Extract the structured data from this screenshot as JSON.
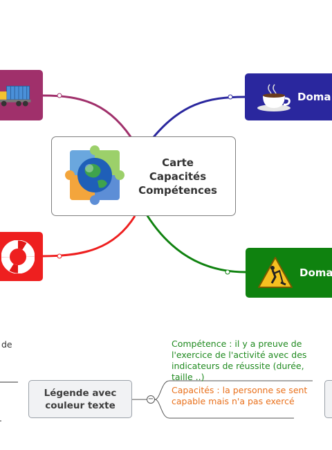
{
  "central_topic": {
    "title_lines": [
      "Carte",
      "Capacités",
      "Compétences"
    ],
    "icon": "puzzle-globe-icon"
  },
  "branches": [
    {
      "id": "top-left",
      "label": "",
      "icon": "truck-icon",
      "color": "#a0306b"
    },
    {
      "id": "top-right",
      "label": "Doma",
      "icon": "coffee-cup-icon",
      "color": "#2a279e"
    },
    {
      "id": "bottom-left",
      "label": "",
      "icon": "lifebuoy-icon",
      "color": "#ee1f1f"
    },
    {
      "id": "bottom-right",
      "label": "Doma",
      "icon": "construction-sign-icon",
      "color": "#0f820f"
    }
  ],
  "left_fragment": "de",
  "legend": {
    "label": "Légende avec couleur texte",
    "notes": [
      {
        "text": "Compétence : il y a preuve de l'exercice de l'activité avec des indicateurs de réussite (durée, taille ..)",
        "color": "#1f8a1f"
      },
      {
        "text": "Capacités : la personne se sent capable mais n'a pas exercé",
        "color": "#e9701b"
      }
    ],
    "collapse_symbol": "−"
  }
}
